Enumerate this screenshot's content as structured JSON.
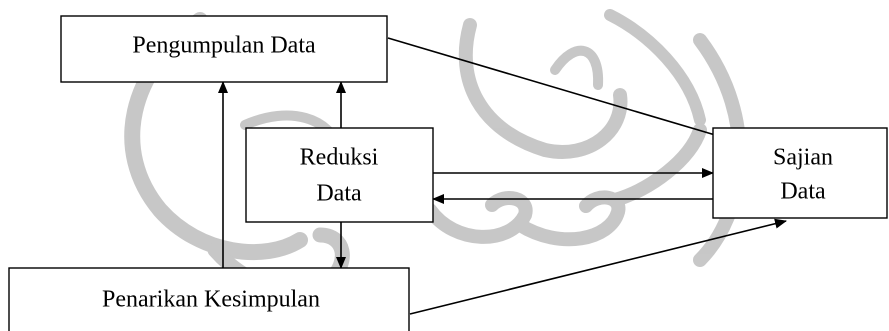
{
  "diagram": {
    "nodes": {
      "pengumpulan": {
        "label": "Pengumpulan Data"
      },
      "reduksi": {
        "line1": "Reduksi",
        "line2": "Data"
      },
      "sajian": {
        "line1": "Sajian",
        "line2": "Data"
      },
      "penarikan": {
        "label": "Penarikan Kesimpulan"
      }
    },
    "edges": [
      {
        "from": "Pengumpulan Data",
        "to": "Sajian Data"
      },
      {
        "from": "Penarikan Kesimpulan",
        "to": "Sajian Data"
      },
      {
        "from": "Reduksi Data",
        "to": "Sajian Data"
      },
      {
        "from": "Sajian Data",
        "to": "Reduksi Data"
      },
      {
        "from": "Reduksi Data",
        "to": "Pengumpulan Data"
      },
      {
        "from": "Reduksi Data",
        "to": "Penarikan Kesimpulan"
      },
      {
        "from": "Penarikan Kesimpulan",
        "to": "Pengumpulan Data"
      }
    ]
  },
  "watermark": {
    "icon": "university-seal-watermark"
  }
}
